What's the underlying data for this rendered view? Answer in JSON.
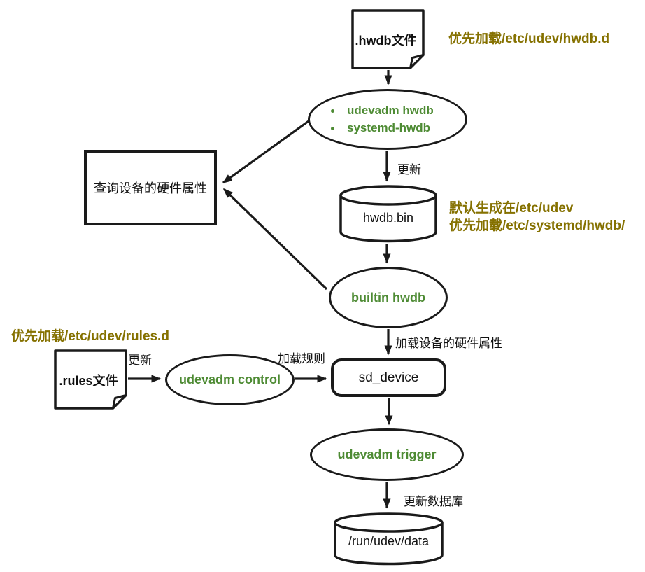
{
  "colors": {
    "accent_green": "#4e8b34",
    "note_olive": "#857100",
    "stroke_black": "#1a1a1a",
    "background": "#ffffff"
  },
  "nodes": {
    "hwdb_file": {
      "label": ".hwdb文件",
      "shape": "document"
    },
    "hwdb_tools": {
      "shape": "ellipse",
      "items": [
        "udevadm hwdb",
        "systemd-hwdb"
      ]
    },
    "query_box": {
      "label": "查询设备的硬件属性",
      "shape": "rectangle"
    },
    "hwdb_bin": {
      "label": "hwdb.bin",
      "shape": "cylinder"
    },
    "builtin_hwdb": {
      "label": "builtin hwdb",
      "shape": "ellipse"
    },
    "rules_file": {
      "label": ".rules文件",
      "shape": "document"
    },
    "udevadm_control": {
      "label": "udevadm control",
      "shape": "ellipse"
    },
    "sd_device": {
      "label": "sd_device",
      "shape": "rounded-rectangle"
    },
    "udevadm_trigger": {
      "label": "udevadm trigger",
      "shape": "ellipse"
    },
    "run_udev_data": {
      "label": "/run/udev/data",
      "shape": "cylinder"
    }
  },
  "edge_labels": {
    "update_hwdb_bin": "更新",
    "update_rules": "更新",
    "load_rules": "加载规则",
    "load_device_props": "加载设备的硬件属性",
    "update_database": "更新数据库"
  },
  "notes": {
    "hwdb_priority": "优先加载/etc/udev/hwdb.d",
    "hwdb_bin_line1": "默认生成在/etc/udev",
    "hwdb_bin_line2": "优先加载/etc/systemd/hwdb/",
    "rules_priority": "优先加载/etc/udev/rules.d"
  }
}
